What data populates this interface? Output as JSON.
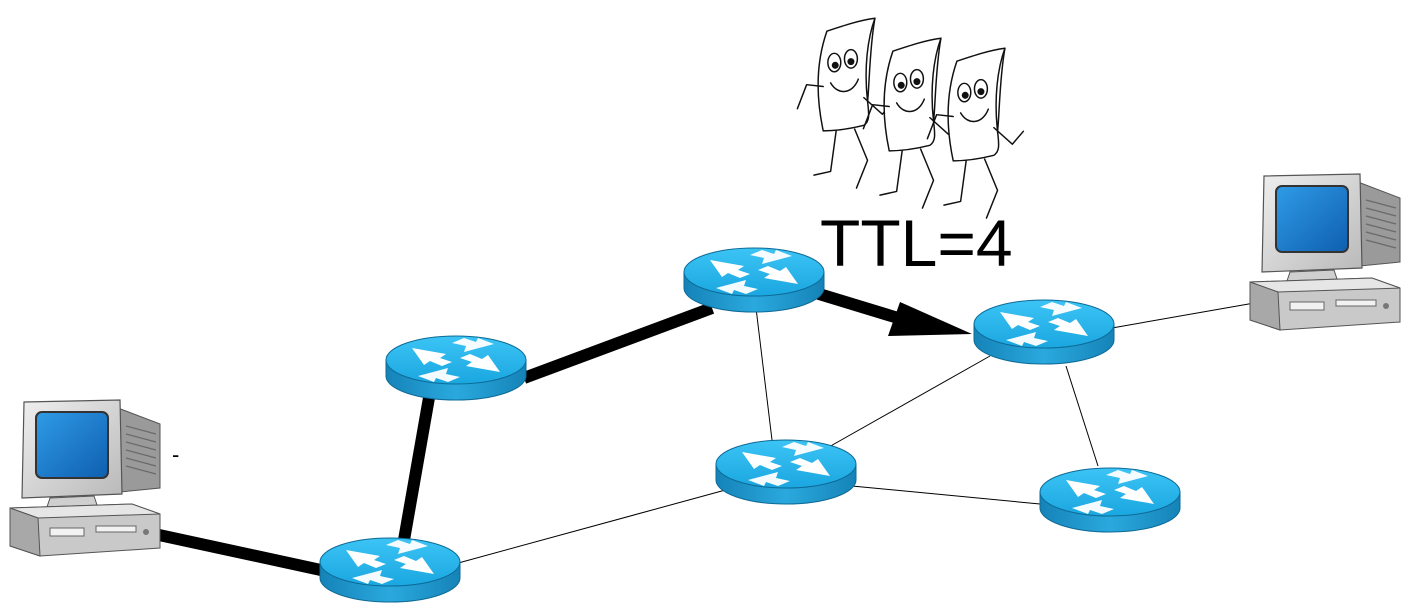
{
  "diagram": {
    "ttl_label": "TTL=4",
    "stray_mark": "-",
    "nodes": [
      {
        "id": "host-left",
        "type": "computer"
      },
      {
        "id": "router-bottom-left",
        "type": "router"
      },
      {
        "id": "router-mid-left",
        "type": "router"
      },
      {
        "id": "router-top-center",
        "type": "router"
      },
      {
        "id": "router-center",
        "type": "router"
      },
      {
        "id": "router-right-upper",
        "type": "router"
      },
      {
        "id": "router-right-lower",
        "type": "router"
      },
      {
        "id": "host-right",
        "type": "computer"
      }
    ],
    "links": [
      {
        "from": "host-left",
        "to": "router-bottom-left",
        "highlighted": true
      },
      {
        "from": "router-bottom-left",
        "to": "router-mid-left",
        "highlighted": true
      },
      {
        "from": "router-mid-left",
        "to": "router-top-center",
        "highlighted": true
      },
      {
        "from": "router-top-center",
        "to": "router-right-upper",
        "highlighted": true,
        "arrow": true
      },
      {
        "from": "router-bottom-left",
        "to": "router-center",
        "highlighted": false
      },
      {
        "from": "router-top-center",
        "to": "router-center",
        "highlighted": false
      },
      {
        "from": "router-center",
        "to": "router-right-upper",
        "highlighted": false
      },
      {
        "from": "router-center",
        "to": "router-right-lower",
        "highlighted": false
      },
      {
        "from": "router-right-upper",
        "to": "router-right-lower",
        "highlighted": false
      },
      {
        "from": "router-right-upper",
        "to": "host-right",
        "highlighted": false
      }
    ],
    "colors": {
      "router_top": "#1fb0e8",
      "router_side": "#1a8fc4",
      "path": "#000000",
      "monitor_screen": "#1a7fd0",
      "computer_body": "#d9d9d9"
    },
    "icons": [
      "computer-icon",
      "router-icon",
      "running-packets-icon"
    ]
  }
}
